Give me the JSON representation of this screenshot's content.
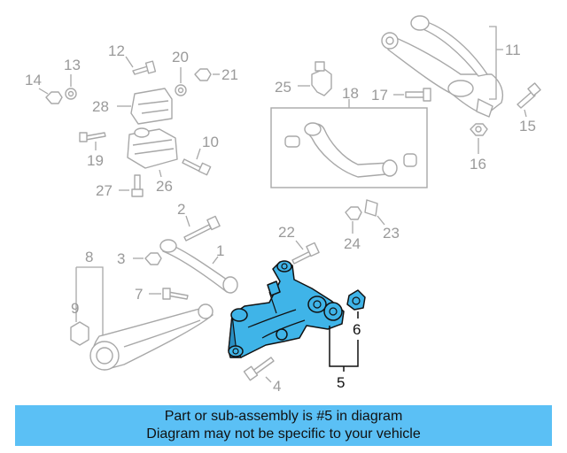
{
  "diagram": {
    "callouts": {
      "c1": "1",
      "c2": "2",
      "c3": "3",
      "c4": "4",
      "c5": "5",
      "c6": "6",
      "c7": "7",
      "c8": "8",
      "c9": "9",
      "c10": "10",
      "c11": "11",
      "c12": "12",
      "c13": "13",
      "c14": "14",
      "c15": "15",
      "c16": "16",
      "c17": "17",
      "c18": "18",
      "c19": "19",
      "c20": "20",
      "c21": "21",
      "c22": "22",
      "c23": "23",
      "c24": "24",
      "c25": "25",
      "c26": "26",
      "c27": "27",
      "c28": "28"
    },
    "highlighted_part": "5",
    "highlight_color": "#3fb4e8"
  },
  "banner": {
    "line1": "Part or sub-assembly is #5 in diagram",
    "line2": "Diagram may not be specific to your vehicle",
    "background": "#5bc0f5"
  }
}
